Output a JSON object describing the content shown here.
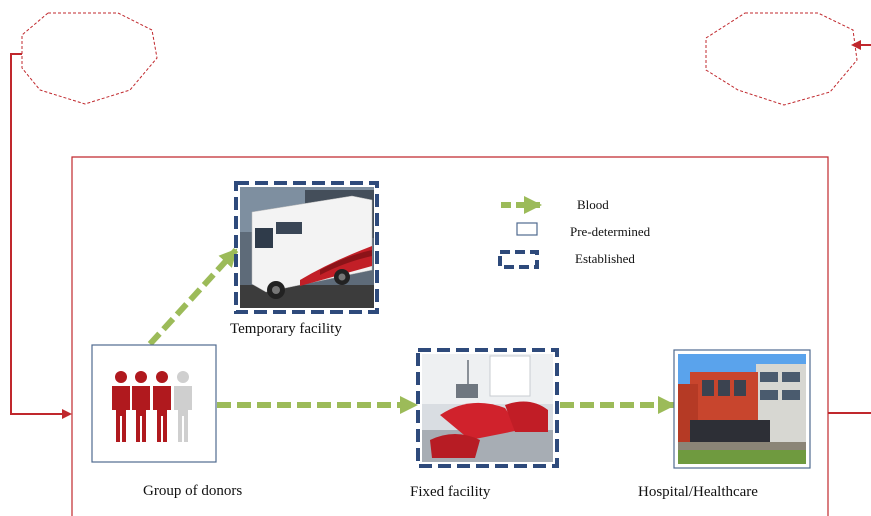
{
  "labels": {
    "temporary": "Temporary facility",
    "donors": "Group of donors",
    "fixed": "Fixed facility",
    "hospital": "Hospital/Healthcare"
  },
  "legend": {
    "blood": "Blood",
    "predetermined": "Pre-determined",
    "established": "Established"
  },
  "colors": {
    "frame": "#c0282d",
    "blood_arrow": "#9cbb59",
    "established_border": "#2e4a7b",
    "predetermined_border": "#4f6a8f",
    "donor_red": "#b0191e",
    "donor_gray": "#cfcfcf"
  },
  "icons": {
    "temporary": "mobile-bus-photo",
    "fixed": "donation-room-photo",
    "hospital": "hospital-building-photo",
    "donors": "people-group-icon"
  }
}
